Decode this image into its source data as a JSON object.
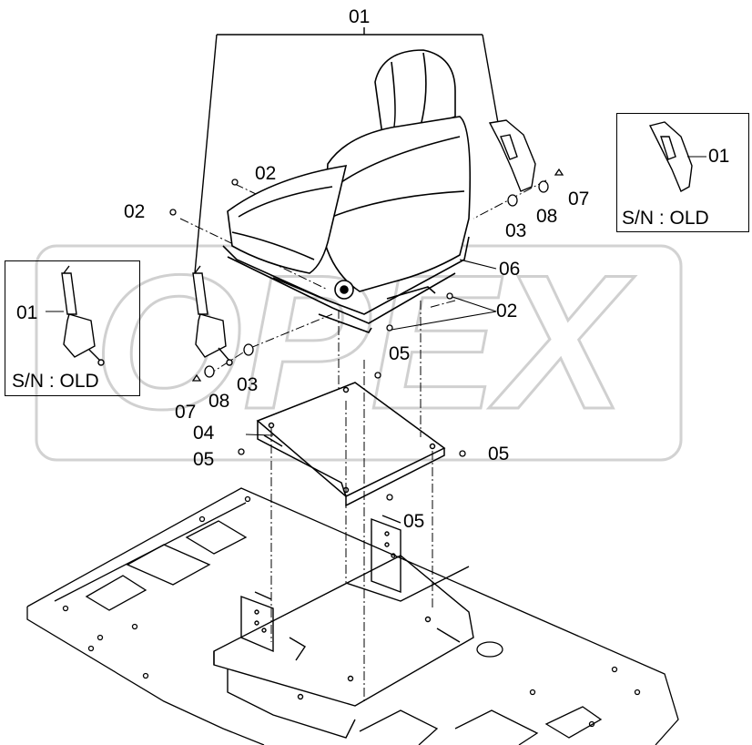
{
  "watermark": {
    "text": "OPEX"
  },
  "callouts": {
    "seat_assembly": "01",
    "bolt_02_a": "02",
    "bolt_02_b": "02",
    "bolt_02_c": "02",
    "washer_03_right": "03",
    "washer_03_left": "03",
    "bracket_04": "04",
    "bolt_05_a": "05",
    "bolt_05_b": "05",
    "bolt_05_c": "05",
    "bolt_05_d": "05",
    "seat_06": "06",
    "bolt_07_right": "07",
    "bolt_07_left": "07",
    "washer_08_right": "08",
    "washer_08_left": "08"
  },
  "insets": {
    "right": {
      "part": "01",
      "serial": "S/N : OLD"
    },
    "left": {
      "part": "01",
      "serial": "S/N : OLD"
    }
  },
  "colors": {
    "line": "#000000",
    "watermark": "#d4d4d4",
    "background": "#ffffff"
  }
}
